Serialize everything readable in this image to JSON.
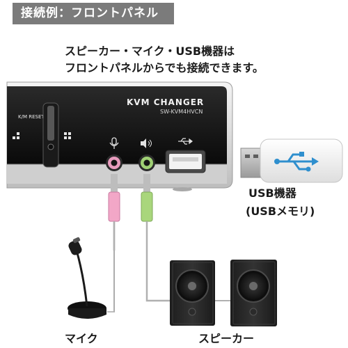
{
  "header": {
    "section_label": "接続例：フロントパネル"
  },
  "description": {
    "line1": "スピーカー・マイク・USB機器は",
    "line2": "フロントパネルからでも接続できます。"
  },
  "device": {
    "panel_label": "K/M RESET",
    "brand_title": "KVM CHANGER",
    "model": "SW-KVM4HVCN"
  },
  "captions": {
    "usb_device": "USB機器",
    "usb_device_sub": "(USBメモリ)",
    "microphone": "マイク",
    "speaker": "スピーカー"
  },
  "colors": {
    "mic_plug": "#f2a7c7",
    "speaker_plug": "#a9d67c",
    "usb_accent": "#2f8fce",
    "badge": "#7b7b7b"
  },
  "icons": [
    "microphone-icon",
    "speaker-icon",
    "usb-icon"
  ]
}
